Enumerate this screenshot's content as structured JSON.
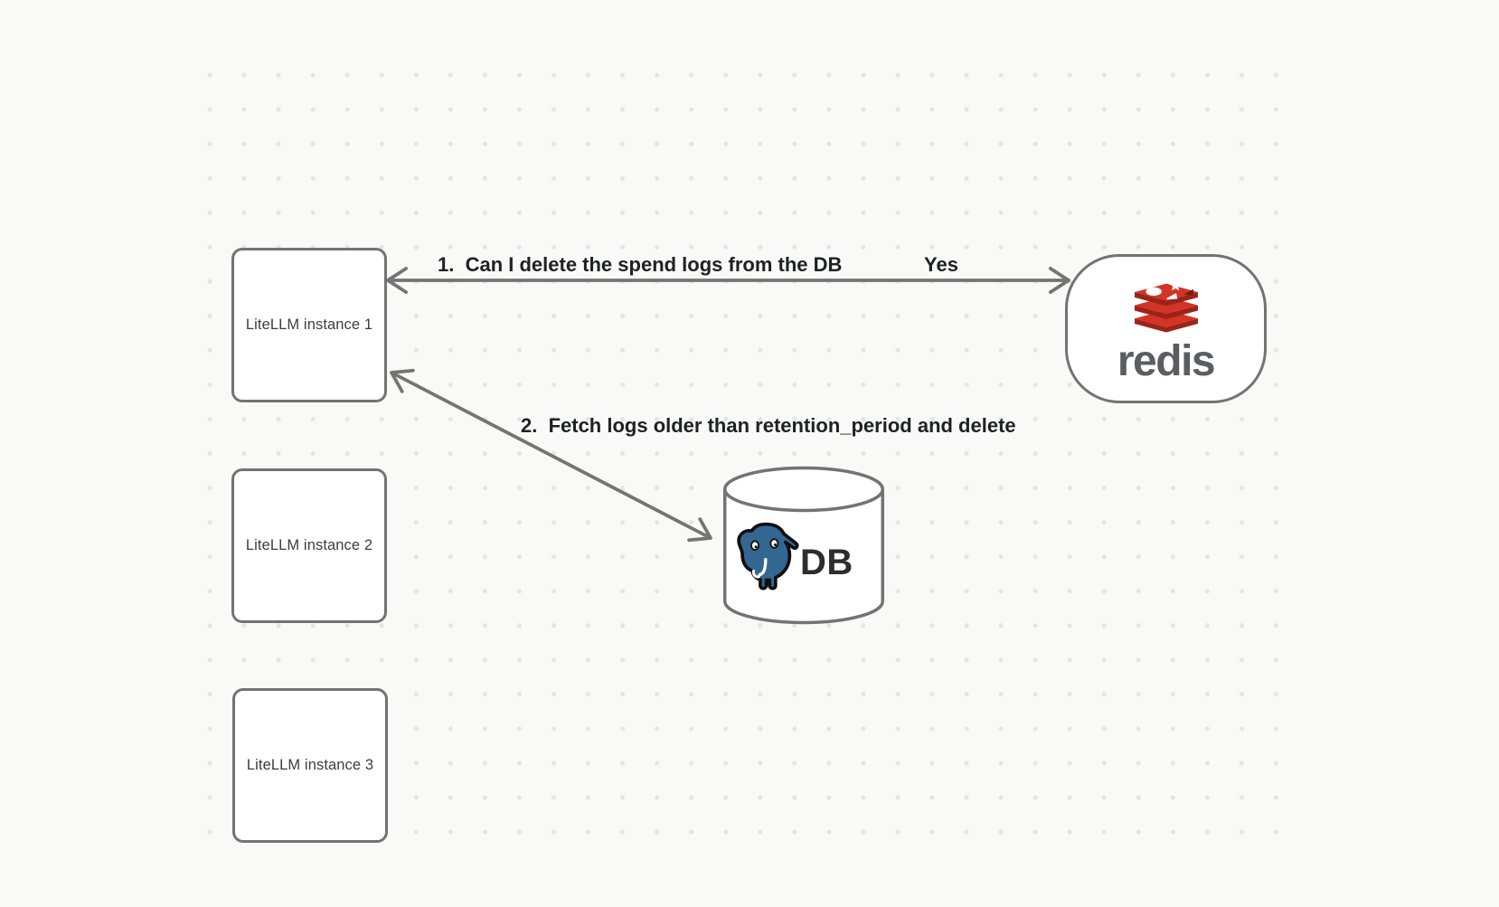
{
  "canvas": {
    "background_color": "#f9f9f8",
    "dot_color": "#e4e4e4"
  },
  "instances": [
    {
      "label": "LiteLLM instance 1"
    },
    {
      "label": "LiteLLM instance 2"
    },
    {
      "label": "LiteLLM instance 3"
    }
  ],
  "redis_node": {
    "wordmark": "redis",
    "logo_red": "#d43327",
    "logo_dark_red": "#9c2417",
    "wordmark_color": "#5a5d61"
  },
  "db_node": {
    "label": "DB",
    "postgres_blue": "#336791"
  },
  "arrow_redis": {
    "step_label": "1.  Can I delete the spend logs from the DB",
    "answer_label": "Yes"
  },
  "arrow_db": {
    "step_label": "2.  Fetch logs older than retention_period and delete"
  },
  "style": {
    "stroke_color": "#747474",
    "flow_label_color": "#202124",
    "node_label_color": "#3d3d3d"
  }
}
